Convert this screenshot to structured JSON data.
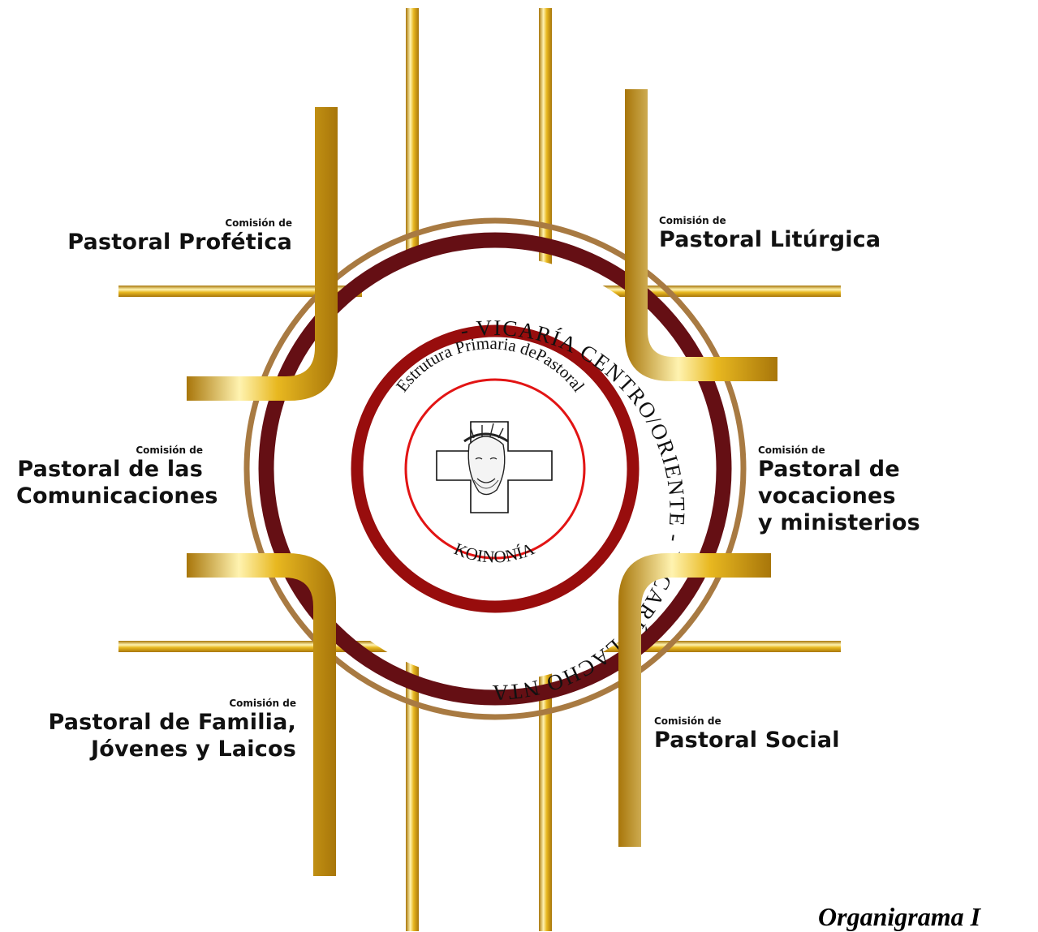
{
  "commissions": {
    "profetica": {
      "prefix": "Comisión de",
      "line1": "Pastoral Profética",
      "line2": ""
    },
    "liturgica": {
      "prefix": "Comisión de",
      "line1": "Pastoral Litúrgica",
      "line2": ""
    },
    "comunicaciones": {
      "prefix": "Comisión de",
      "line1": "Pastoral de las",
      "line2": "Comunicaciones"
    },
    "vocaciones": {
      "prefix": "Comisión de",
      "line1": "Pastoral de vocaciones",
      "line2": "y ministerios"
    },
    "familia": {
      "prefix": "Comisión de",
      "line1": "Pastoral de Familia,",
      "line2": "Jóvenes y Laicos"
    },
    "social": {
      "prefix": "Comisión de",
      "line1": "Pastoral Social",
      "line2": ""
    }
  },
  "ring": {
    "outer_text": "- VICARÍA CENTRO/ORIENTE - VICARÍA LACHO NTALPA - VICARÍA LA SIERRA/RIOS",
    "inner_text": "Estrutura Primaria dePastoral",
    "center_label": "KOINONÍA"
  },
  "footer": {
    "title": "Organigrama I"
  },
  "colors": {
    "gold": "#e8b820",
    "gold_light": "#fff3b0",
    "gold_dark": "#a8760a",
    "outer_ring": "#a87a42",
    "dark_ring": "#650f14",
    "mid_ring": "#980d0d",
    "inner_ring": "#e21414"
  },
  "icons": {
    "center": "crucifix-with-christ-face-icon"
  }
}
